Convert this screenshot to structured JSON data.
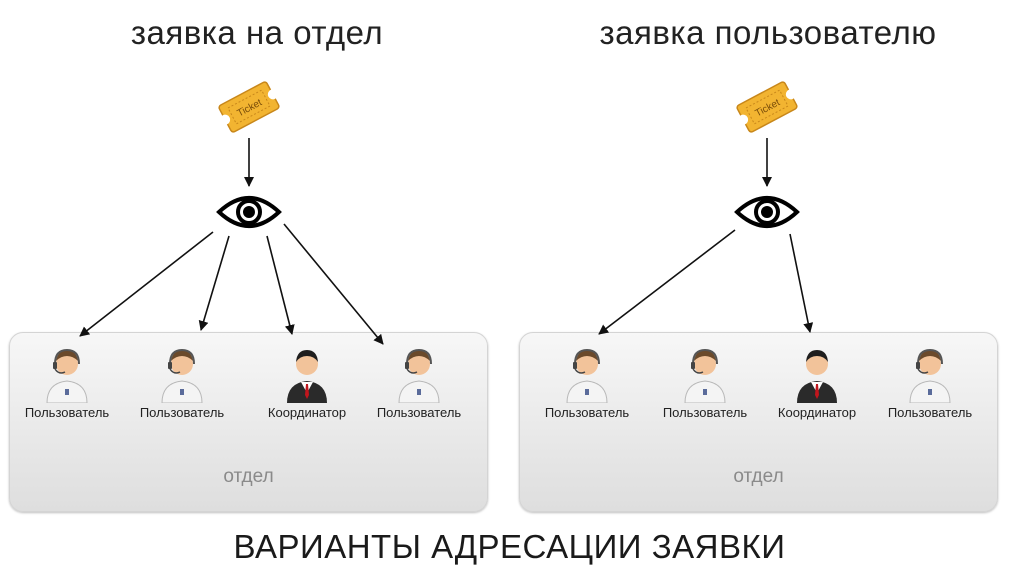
{
  "headings": {
    "left": "заявка на отдел",
    "right": "заявка пользователю"
  },
  "ticket_label": "Ticket",
  "panels": {
    "left": {
      "label": "отдел",
      "people": [
        "Пользователь",
        "Пользователь",
        "Координатор",
        "Пользователь"
      ]
    },
    "right": {
      "label": "отдел",
      "people": [
        "Пользователь",
        "Пользователь",
        "Координатор",
        "Пользователь"
      ]
    }
  },
  "caption": "ВАРИАНТЫ АДРЕСАЦИИ ЗАЯВКИ",
  "colors": {
    "ticket": "#f2b431",
    "headset_user_shirt": "#ffffff",
    "coordinator_suit": "#2a2a2a",
    "arrow": "#111111"
  },
  "icons": [
    "ticket-icon",
    "eye-icon",
    "headset-user-icon",
    "coordinator-icon"
  ]
}
